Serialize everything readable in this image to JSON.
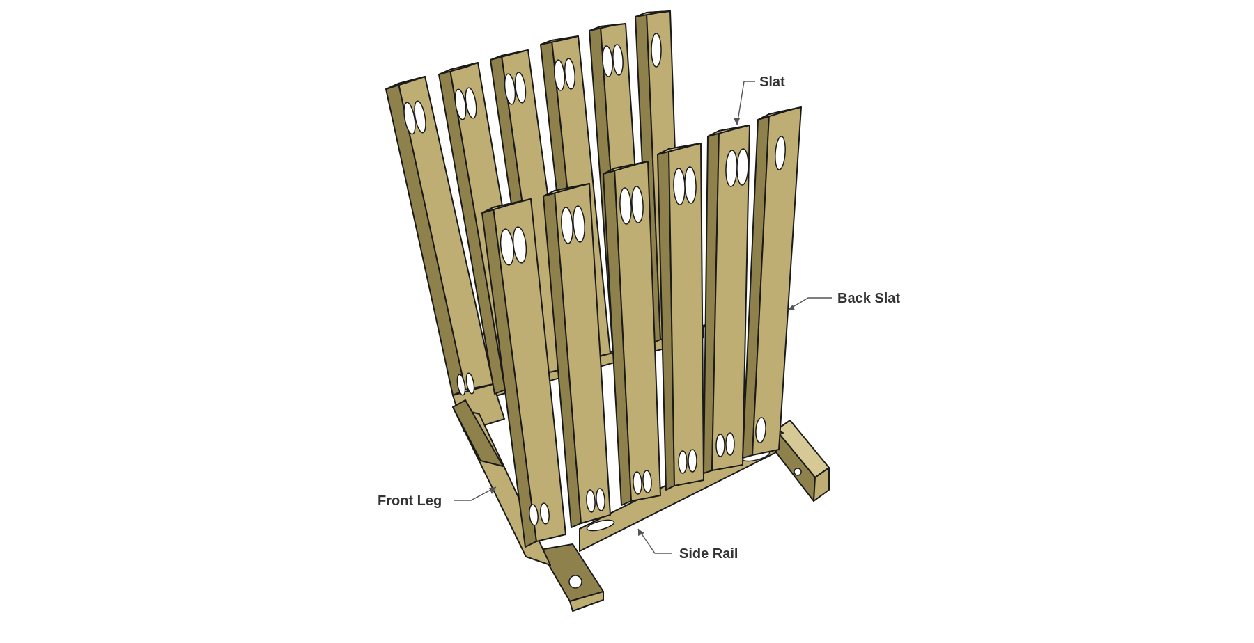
{
  "diagram": {
    "colors": {
      "face": "#bfae73",
      "side": "#8f814c",
      "top": "#d7c996",
      "hole": "#ffffff",
      "edge": "#1a1a1a",
      "leader": "#555555",
      "label": "#333333"
    },
    "labels": {
      "slat": "Slat",
      "back_slat": "Back Slat",
      "front_leg": "Front Leg",
      "side_rail": "Side Rail"
    }
  }
}
